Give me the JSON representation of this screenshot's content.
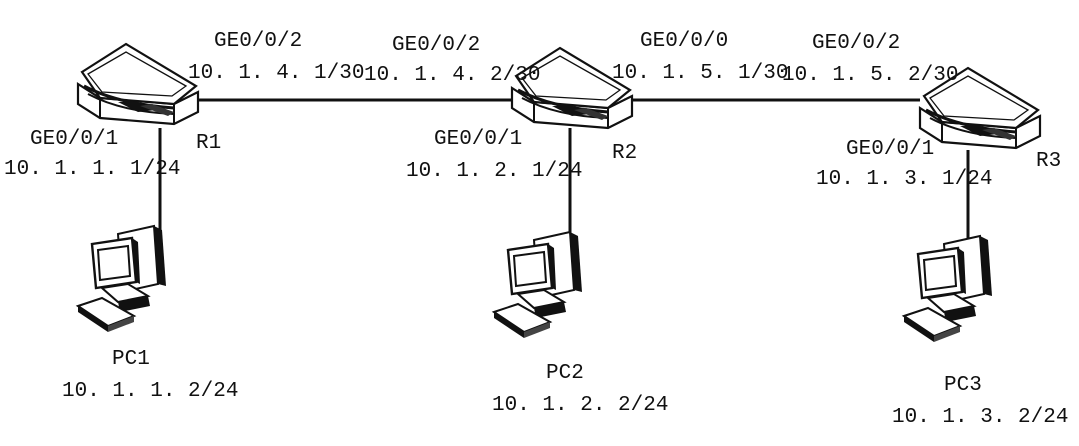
{
  "devices": {
    "r1": {
      "name": "R1",
      "icon": "router-icon"
    },
    "r2": {
      "name": "R2",
      "icon": "router-icon"
    },
    "r3": {
      "name": "R3",
      "icon": "router-icon"
    },
    "pc1": {
      "name": "PC1",
      "ip": "10. 1. 1. 2/24",
      "icon": "computer-icon"
    },
    "pc2": {
      "name": "PC2",
      "ip": "10. 1. 2. 2/24",
      "icon": "computer-icon"
    },
    "pc3": {
      "name": "PC3",
      "ip": "10. 1. 3. 2/24",
      "icon": "computer-icon"
    }
  },
  "interfaces": {
    "r1_ge002": {
      "port": "GE0/0/2",
      "ip": "10. 1. 4. 1/30"
    },
    "r1_ge001": {
      "port": "GE0/0/1",
      "ip": "10. 1. 1. 1/24"
    },
    "r2_ge002": {
      "port": "GE0/0/2",
      "ip": "10. 1. 4. 2/30"
    },
    "r2_ge000": {
      "port": "GE0/0/0",
      "ip": "10. 1. 5. 1/30"
    },
    "r2_ge001": {
      "port": "GE0/0/1",
      "ip": "10. 1. 2. 1/24"
    },
    "r3_ge002": {
      "port": "GE0/0/2",
      "ip": "10. 1. 5. 2/30"
    },
    "r3_ge001": {
      "port": "GE0/0/1",
      "ip": "10. 1. 3. 1/24"
    }
  },
  "colors": {
    "line": "#111111",
    "device_fill": "#ffffff",
    "device_stroke": "#111111"
  }
}
